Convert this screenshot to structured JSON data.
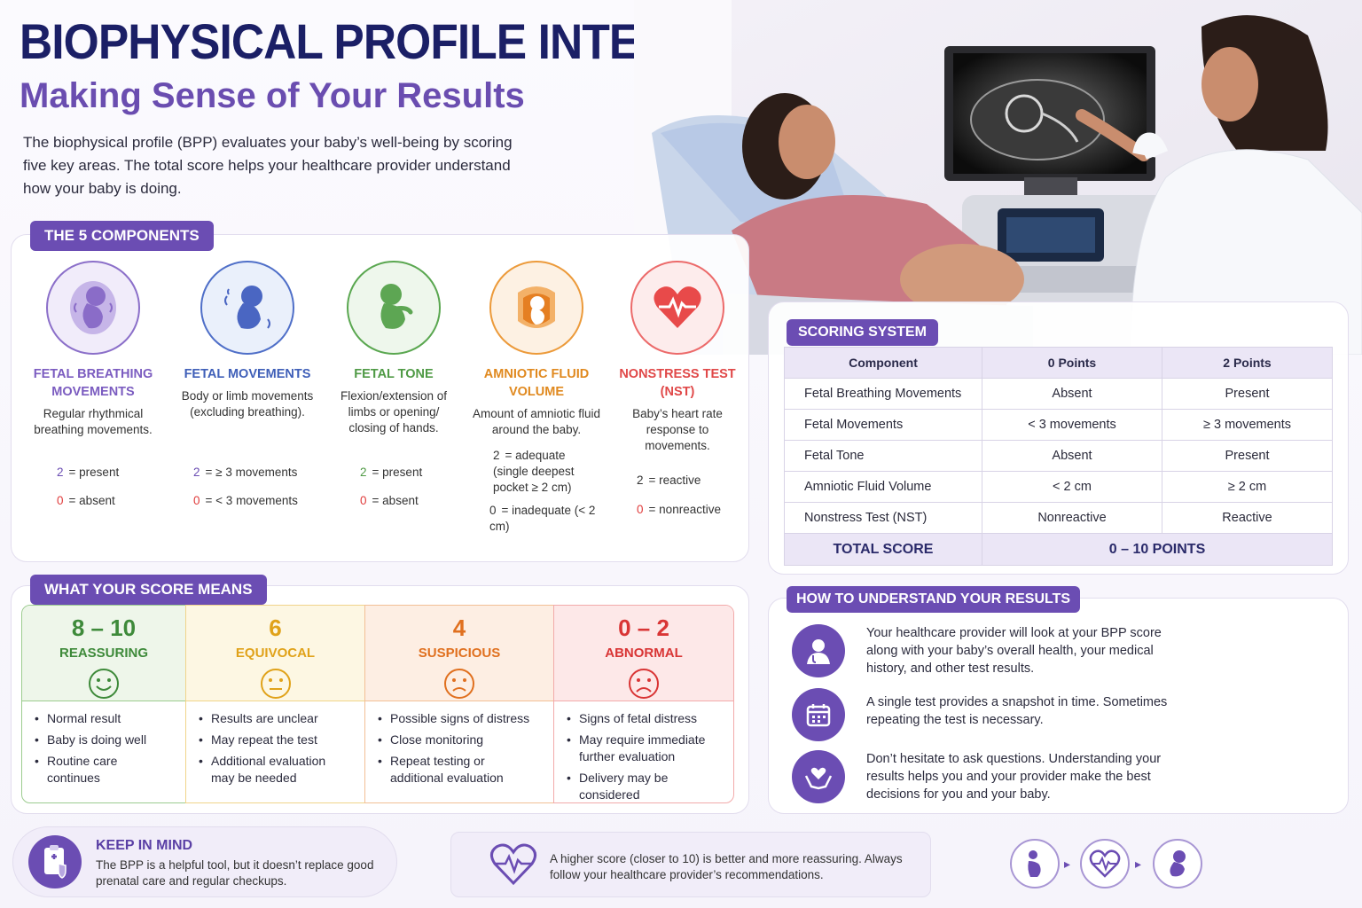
{
  "header": {
    "title": "BIOPHYSICAL PROFILE INTERPRETATION:",
    "subtitle": "Making Sense of Your Results",
    "intro": "The biophysical profile (BPP) evaluates your baby’s well-being by scoring five key areas. The total score helps your healthcare provider understand how your baby is doing."
  },
  "components": {
    "tag": "THE 5 COMPONENTS",
    "items": [
      {
        "name": "FETAL BREATHING MOVEMENTS",
        "desc": "Regular rhythmical breathing movements.",
        "s2": "present",
        "s0": "absent",
        "color": "#7b5cc0",
        "icon": "fetus-breathing-icon"
      },
      {
        "name": "FETAL MOVEMENTS",
        "desc": "Body or limb movements (excluding breathing).",
        "s2": "≥ 3 movements",
        "s0": "< 3 movements",
        "color": "#3f5fb8",
        "icon": "fetus-moving-icon"
      },
      {
        "name": "FETAL TONE",
        "desc": "Flexion/extension of limbs or opening/ closing of hands.",
        "s2": "present",
        "s0": "absent",
        "color": "#4f9a45",
        "icon": "fetus-tone-icon"
      },
      {
        "name": "AMNIOTIC FLUID VOLUME",
        "desc": "Amount of amniotic fluid around the baby.",
        "s2": "adequate (single deepest pocket ≥ 2 cm)",
        "s0": "inadequate (< 2 cm)",
        "color": "#e0891f",
        "icon": "amniotic-fluid-icon"
      },
      {
        "name": "NONSTRESS TEST (NST)",
        "desc": "Baby’s heart rate response to movements.",
        "s2": "reactive",
        "s0": "nonreactive",
        "color": "#e04848",
        "icon": "heart-rate-icon"
      }
    ],
    "two": "2",
    "zero": "0",
    "eq": "="
  },
  "scoring": {
    "tag": "SCORING SYSTEM",
    "headers": [
      "Component",
      "0 Points",
      "2 Points"
    ],
    "rows": [
      [
        "Fetal Breathing Movements",
        "Absent",
        "Present"
      ],
      [
        "Fetal Movements",
        "< 3 movements",
        "≥ 3 movements"
      ],
      [
        "Fetal Tone",
        "Absent",
        "Present"
      ],
      [
        "Amniotic Fluid Volume",
        "< 2 cm",
        "≥ 2 cm"
      ],
      [
        "Nonstress Test (NST)",
        "Nonreactive",
        "Reactive"
      ]
    ],
    "total_label": "TOTAL SCORE",
    "total_value": "0 – 10 POINTS"
  },
  "meaning": {
    "tag": "WHAT YOUR SCORE MEANS",
    "cards": [
      {
        "range": "8 – 10",
        "label": "REASSURING",
        "color": "#3e8a3a",
        "bg": "#eef6ea",
        "border": "#9ccc8f",
        "face": "happy-face-icon",
        "bullets": [
          "Normal result",
          "Baby is doing well",
          "Routine care continues"
        ]
      },
      {
        "range": "6",
        "label": "EQUIVOCAL",
        "color": "#e0a21a",
        "bg": "#fdf7e3",
        "border": "#f0d48a",
        "face": "neutral-face-icon",
        "bullets": [
          "Results are unclear",
          "May repeat the test",
          "Additional evaluation may be needed"
        ]
      },
      {
        "range": "4",
        "label": "SUSPICIOUS",
        "color": "#e0701f",
        "bg": "#fdeee3",
        "border": "#f2bf95",
        "face": "worried-face-icon",
        "bullets": [
          "Possible signs of distress",
          "Close monitoring",
          "Repeat testing or additional evaluation"
        ]
      },
      {
        "range": "0 – 2",
        "label": "ABNORMAL",
        "color": "#d93535",
        "bg": "#fde8e8",
        "border": "#f2aaaa",
        "face": "sad-face-icon",
        "bullets": [
          "Signs of fetal distress",
          "May require immediate further evaluation",
          "Delivery may be considered"
        ]
      }
    ]
  },
  "understand": {
    "tag": "HOW TO UNDERSTAND YOUR RESULTS",
    "items": [
      {
        "icon": "doctor-icon",
        "text": "Your healthcare provider will look at your BPP score along with your baby’s overall health, your medical history, and other test results."
      },
      {
        "icon": "calendar-icon",
        "text": "A single test provides a snapshot in time. Sometimes repeating the test is necessary."
      },
      {
        "icon": "heart-hands-icon",
        "text": "Don’t hesitate to ask questions. Understanding your results helps you and your provider make the best decisions for you and your baby."
      }
    ]
  },
  "footer": {
    "keep_title": "KEEP IN MIND",
    "keep_text": "The BPP is a helpful tool, but it doesn’t replace good prenatal care and regular checkups.",
    "note": "A higher score (closer to 10) is better and more reassuring. Always follow your healthcare provider’s recommendations."
  },
  "colors": {
    "accent": "#6b4db3",
    "navy": "#1b1f66"
  }
}
